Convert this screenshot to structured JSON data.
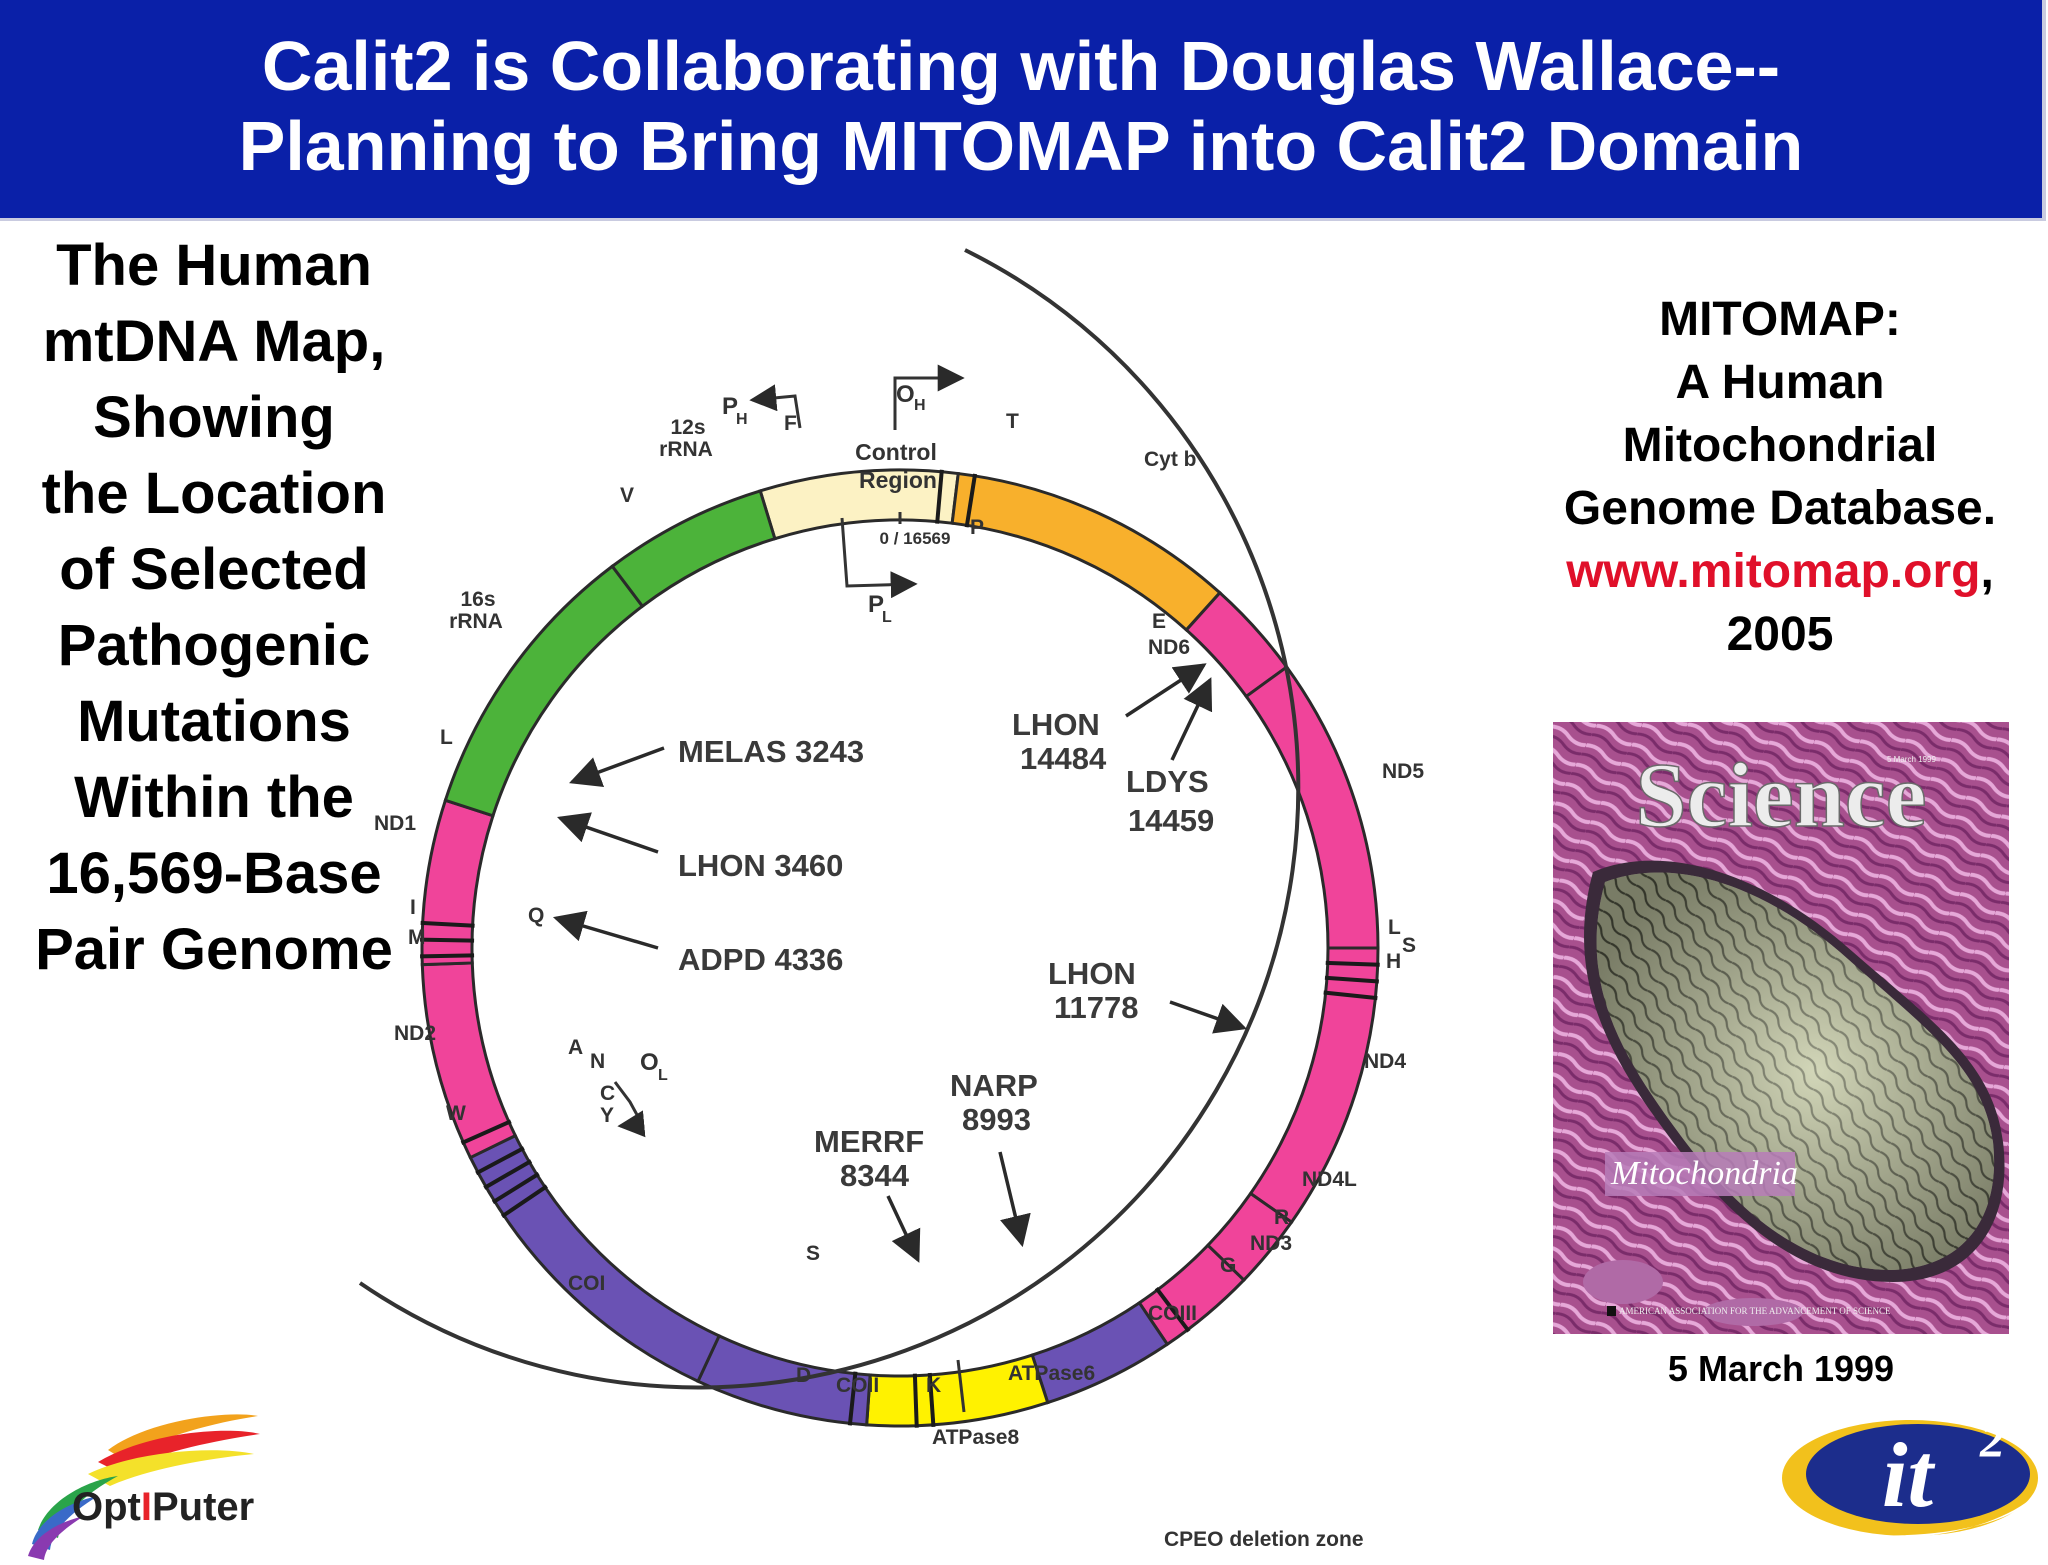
{
  "header": {
    "line1": "Calit2 is Collaborating with Douglas Wallace--",
    "line2": "Planning to Bring MITOMAP into Calit2 Domain"
  },
  "left_caption": [
    "The Human",
    "mtDNA Map,",
    "Showing",
    "the Location",
    "of Selected",
    "Pathogenic",
    "Mutations",
    "Within the",
    "16,569-Base",
    "Pair Genome"
  ],
  "right_caption": {
    "line1": "MITOMAP:",
    "line2": "A Human",
    "line3": "Mitochondrial",
    "line4": "Genome Database.",
    "url": "www.mitomap.org",
    "url_suffix": ",",
    "year": "2005"
  },
  "cover": {
    "title": "Science",
    "subtitle": "Mitochondria",
    "date_small": "5 March 1999",
    "publisher": "AMERICAN ASSOCIATION FOR THE ADVANCEMENT OF SCIENCE",
    "caption": "5 March 1999"
  },
  "diagram": {
    "regions": {
      "control_region_1": "Control",
      "control_region_2": "Region",
      "origin": "0 / 16569",
      "rrna12_a": "12s",
      "rrna12_b": "rRNA",
      "rrna16_a": "16s",
      "rrna16_b": "rRNA",
      "cytb": "Cyt b",
      "nd1": "ND1",
      "nd2": "ND2",
      "nd3": "ND3",
      "nd4": "ND4",
      "nd4l": "ND4L",
      "nd5": "ND5",
      "nd6": "ND6",
      "coi": "COI",
      "coii": "COII",
      "coiii": "COIII",
      "atpase6": "ATPase6",
      "atpase8": "ATPase8",
      "cpeo": "CPEO deletion zone"
    },
    "trna": {
      "f": "F",
      "t": "T",
      "p": "P",
      "v": "V",
      "l1": "L",
      "i": "I",
      "m": "M",
      "q": "Q",
      "a": "A",
      "n": "N",
      "c": "C",
      "y": "Y",
      "w": "W",
      "s": "S",
      "d": "D",
      "k": "K",
      "g": "G",
      "r": "R",
      "h": "H",
      "s2": "S",
      "l2": "L",
      "e": "E"
    },
    "promoters": {
      "ph": "P",
      "ph_sub": "H",
      "pl": "P",
      "pl_sub": "L",
      "oh": "O",
      "oh_sub": "H",
      "ol": "O",
      "ol_sub": "L"
    },
    "mutations": {
      "melas": "MELAS  3243",
      "lhon3460": "LHON  3460",
      "adpd": "ADPD  4336",
      "lhon14484_a": "LHON",
      "lhon14484_b": "14484",
      "ldys_a": "LDYS",
      "ldys_b": "14459",
      "lhon11778_a": "LHON",
      "lhon11778_b": "11778",
      "narp_a": "NARP",
      "narp_b": "8993",
      "merrf_a": "MERRF",
      "merrf_b": "8344"
    },
    "colors": {
      "green": "#4cb33a",
      "cream": "#fcf2c4",
      "orange": "#f8b02c",
      "pink": "#f0449a",
      "purple": "#6a52b4",
      "yellow": "#fff200"
    }
  },
  "logos": {
    "optiputer_a": "Opt",
    "optiputer_b": "I",
    "optiputer_c": "Puter",
    "it2": "it",
    "it2_sup": "2"
  }
}
